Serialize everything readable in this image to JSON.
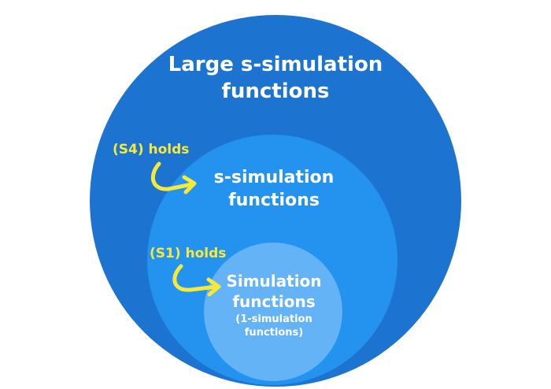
{
  "diagram": {
    "outer": {
      "line1": "Large s-simulation",
      "line2": "functions"
    },
    "middle": {
      "line1": "s-simulation",
      "line2": "functions"
    },
    "inner": {
      "line1": "Simulation",
      "line2": "functions",
      "line3": "(1-simulation",
      "line4": "functions)"
    },
    "annotations": {
      "s4": "(S4) holds",
      "s1": "(S1) holds"
    },
    "colors": {
      "outer": "#1d74d0",
      "middle": "#2393ef",
      "inner": "#64b3f6",
      "arrow": "#f6e93a",
      "text": "#ffffff"
    }
  }
}
